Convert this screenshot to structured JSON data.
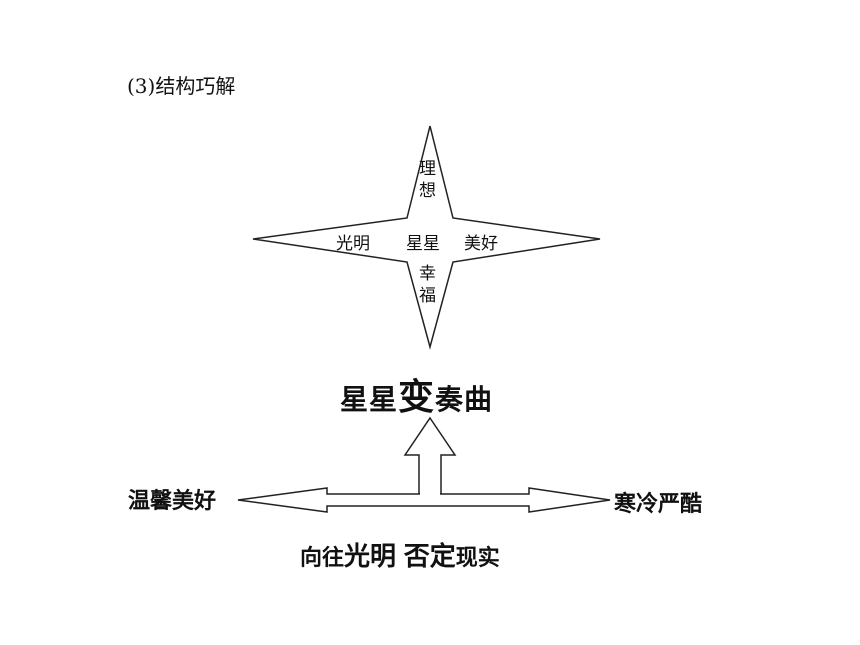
{
  "heading": "(3)结构巧解",
  "star": {
    "top": [
      "理",
      "想"
    ],
    "left": "光明",
    "center": "星星",
    "right": "美好",
    "bottom": [
      "幸",
      "福"
    ]
  },
  "title": {
    "part1": "星星",
    "big": "变",
    "part2": "奏曲"
  },
  "left_label": "温馨美好",
  "right_label": "寒冷严酷",
  "bottom": {
    "a": "向往",
    "b": "光明",
    "c": "否定",
    "d": "现实"
  }
}
